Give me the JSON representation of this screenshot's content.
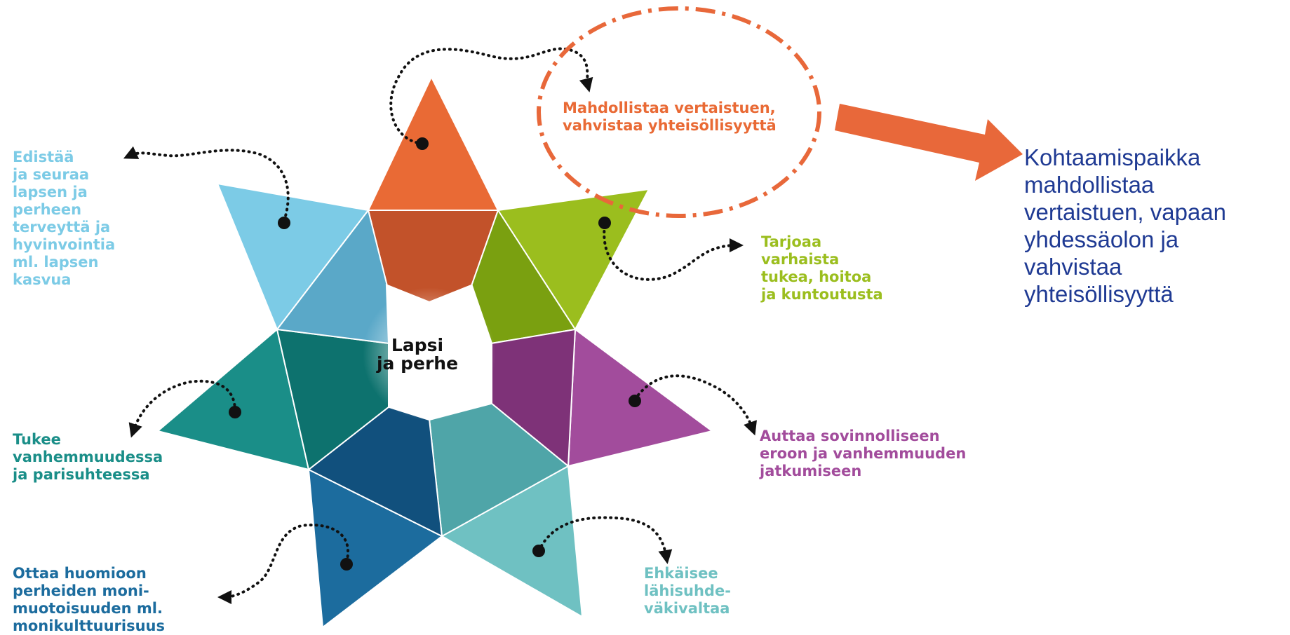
{
  "center": {
    "line1": "Lapsi",
    "line2": "ja perhe"
  },
  "segments": [
    {
      "id": "orange",
      "color": "#e96a35",
      "color_dark": "#c2522a",
      "label": [
        "Mahdollistaa vertaistuen,",
        "vahvistaa yhteisöllisyyttä"
      ]
    },
    {
      "id": "green",
      "color": "#9bbe1e",
      "color_dark": "#7aa010",
      "label": [
        "Tarjoaa",
        "varhaista",
        "tukea, hoitoa",
        "ja kuntoutusta"
      ]
    },
    {
      "id": "purple",
      "color": "#a24c9c",
      "color_dark": "#7e3278",
      "label": [
        "Auttaa sovinnolliseen",
        "eroon ja vanhemmuuden",
        "jatkumiseen"
      ]
    },
    {
      "id": "turquoise",
      "color": "#6fc1c2",
      "color_dark": "#4fa5a8",
      "label": [
        "Ehkäisee",
        "lähisuhde-",
        "väkivaltaa"
      ]
    },
    {
      "id": "blue",
      "color": "#1c6c9e",
      "color_dark": "#11507d",
      "label": [
        "Ottaa huomioon",
        "perheiden moni-",
        "muotoisuuden ml.",
        "monikulttuurisuus"
      ]
    },
    {
      "id": "teal",
      "color": "#1a8e88",
      "color_dark": "#0d726e",
      "label": [
        "Tukee",
        "vanhemmuudessa",
        "ja parisuhteessa"
      ]
    },
    {
      "id": "lightblue",
      "color": "#7ccbe6",
      "color_dark": "#5aa8c8",
      "label": [
        "Edistää",
        "ja seuraa",
        "lapsen ja",
        "perheen",
        "terveyttä ja",
        "hyvinvointia",
        "ml. lapsen",
        "kasvua"
      ]
    }
  ],
  "callout": {
    "accent": "#e8683a",
    "text_color": "#1f3a93",
    "lines": [
      "Kohtaamispaikka",
      "mahdollistaa",
      "vertaistuen, vapaan",
      "yhdessäolon ja",
      "vahvistaa",
      "yhteisöllisyyttä"
    ]
  }
}
